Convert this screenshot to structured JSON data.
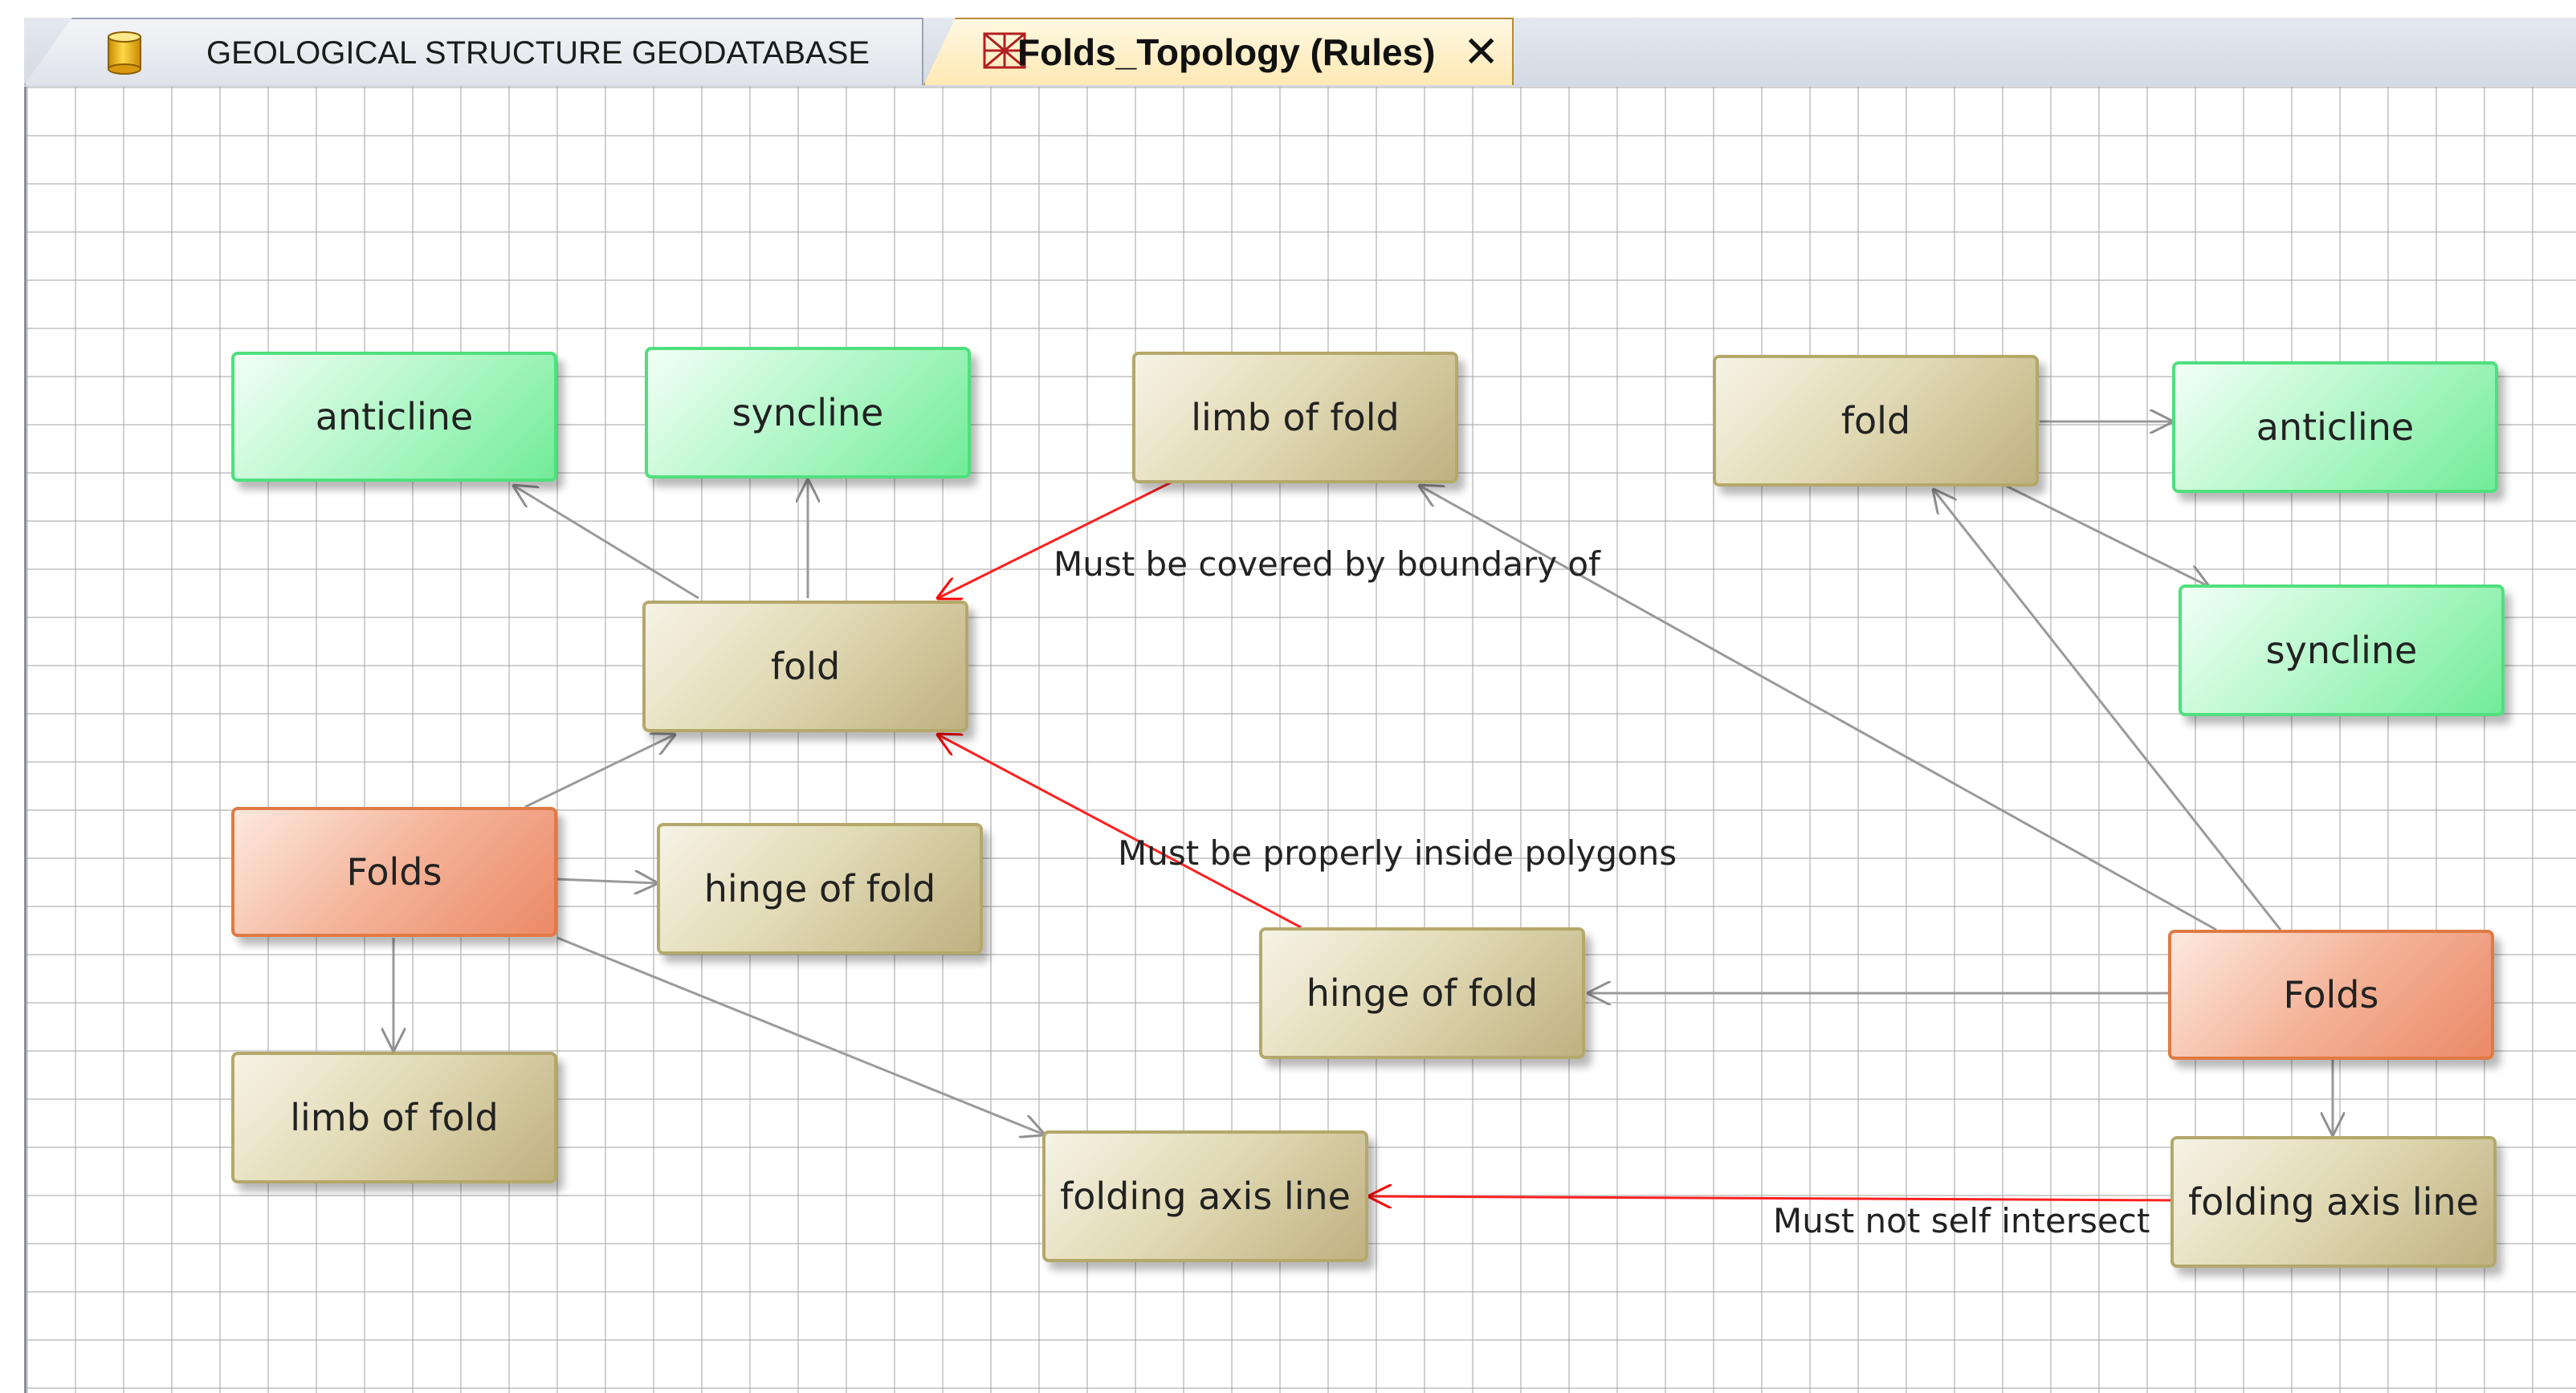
{
  "tabs": {
    "database": {
      "label": "GEOLOGICAL STRUCTURE GEODATABASE",
      "icon": "database-icon"
    },
    "topology": {
      "label": "Folds_Topology (Rules)",
      "icon": "topology-icon",
      "close_label": "✕"
    }
  },
  "colors": {
    "feature_class": "#c9bf8e",
    "subtype": "#7ff0a3",
    "dataset": "#ee9a78",
    "relation_edge": "#9a9a9a",
    "rule_edge": "#ff0000"
  },
  "diagram": {
    "left_group": {
      "anticline": "anticline",
      "syncline": "syncline",
      "fold": "fold",
      "folds": "Folds",
      "hinge": "hinge of fold",
      "limb": "limb of fold"
    },
    "middle": {
      "limb": "limb of fold",
      "hinge": "hinge of fold",
      "axis": "folding axis line"
    },
    "right_group": {
      "fold": "fold",
      "anticline": "anticline",
      "syncline": "syncline",
      "folds": "Folds",
      "axis": "folding axis line"
    },
    "rules": {
      "covered": "Must be covered by boundary of",
      "inside": "Must be properly inside polygons",
      "self_intersect": "Must not self intersect"
    }
  }
}
